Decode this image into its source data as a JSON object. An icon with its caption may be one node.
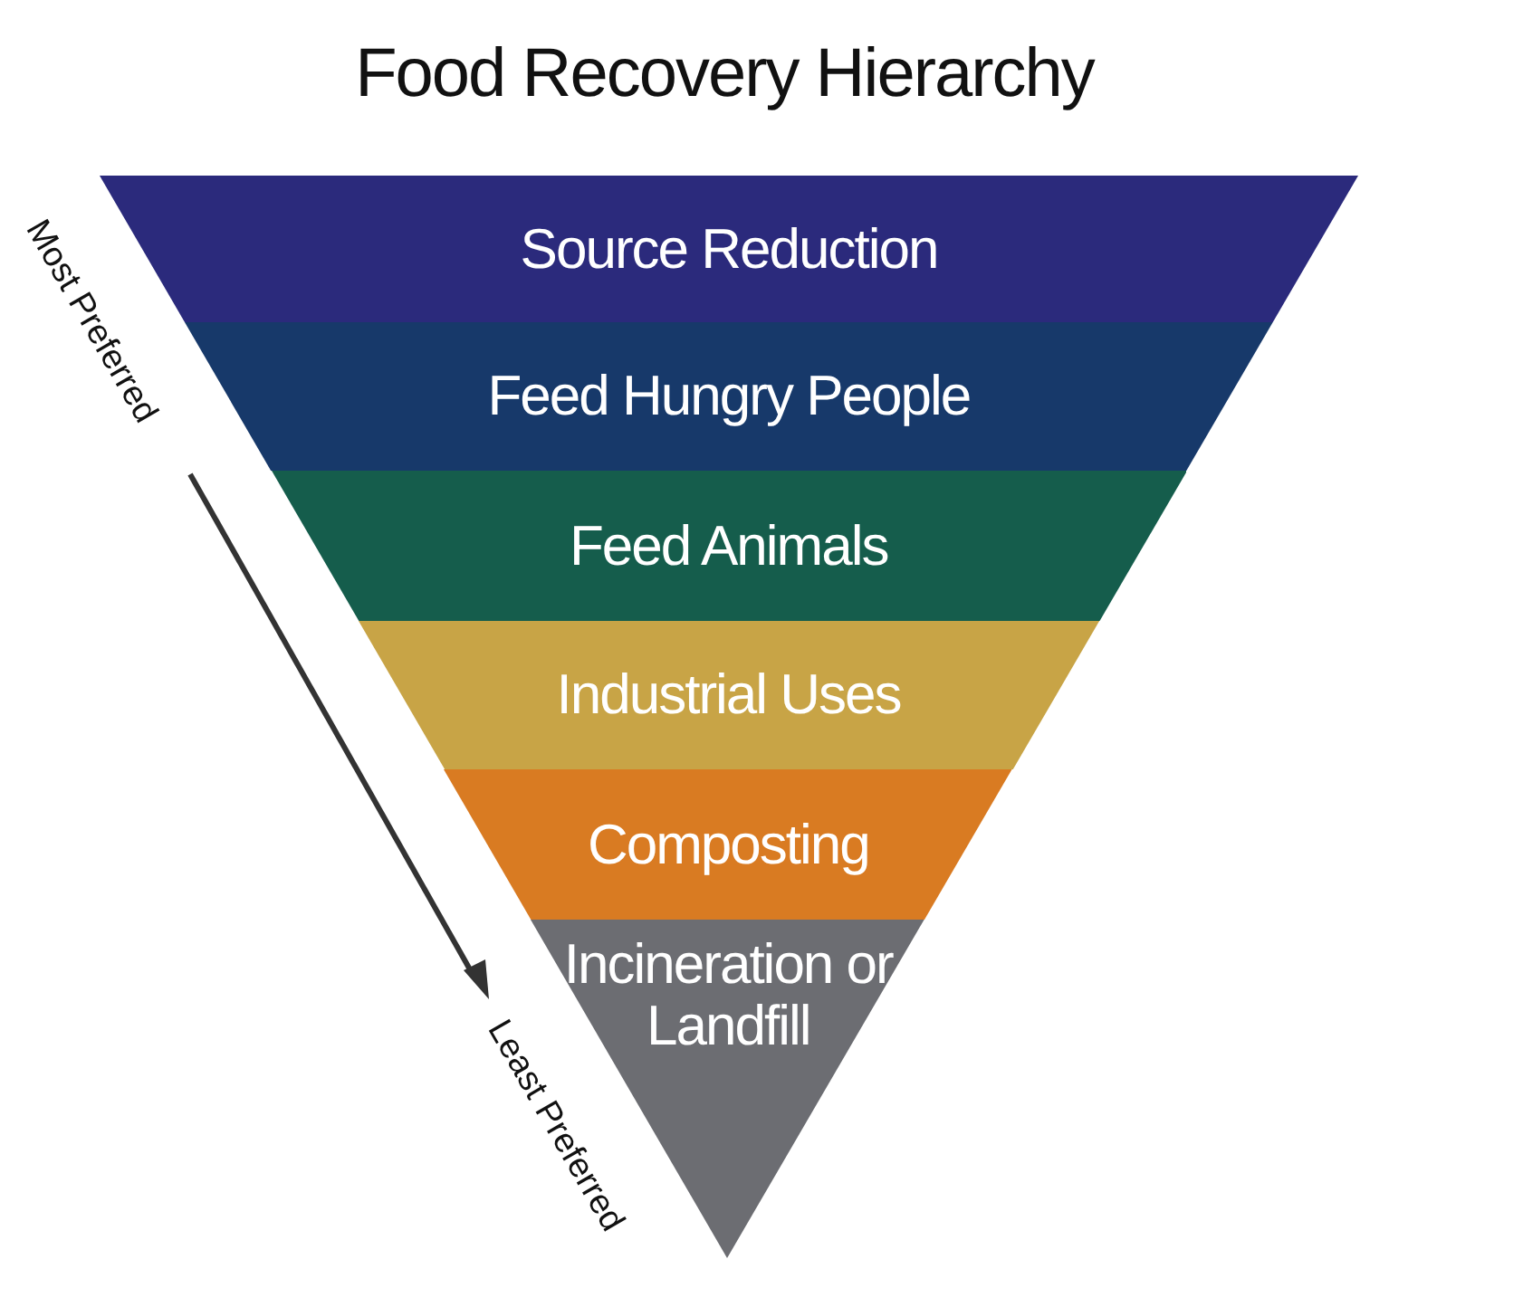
{
  "diagram": {
    "title": "Food Recovery Hierarchy",
    "nodes": [
      {
        "text": [
          "Source Reduction"
        ]
      },
      {
        "text": [
          "Feed Hungry People"
        ]
      },
      {
        "text": [
          "Feed Animals"
        ]
      },
      {
        "text": [
          "Industrial Uses"
        ]
      },
      {
        "text": [
          "Composting"
        ]
      },
      {
        "text": [
          "Incineration or Landfill"
        ]
      }
    ],
    "labels": [
      "Most Preferred",
      "Least Preferred"
    ]
  }
}
